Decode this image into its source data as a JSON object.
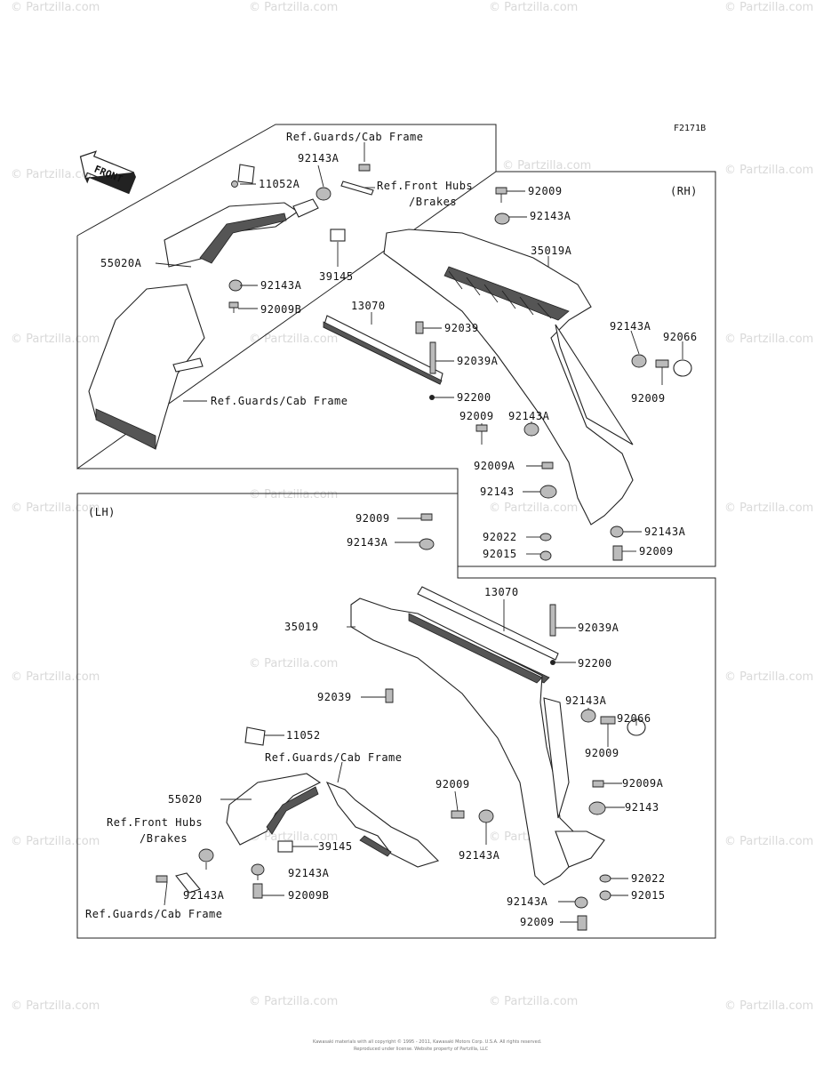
{
  "figure_code": "F2171B",
  "front_label": "FRONT",
  "rh_label": "(RH)",
  "lh_label": "(LH)",
  "watermark": "© Partzilla.com",
  "footer": [
    "Kawasaki materials with all copyright © 1995 - 2011, Kawasaki Motors Corp. U.S.A. All rights reserved.",
    "Reproduced under license. Website property of Partzilla, LLC"
  ],
  "top_panel": {
    "ref_guards_1": "Ref.Guards/Cab Frame",
    "ref_front_hubs": [
      "Ref.Front Hubs",
      "/Brakes"
    ],
    "ref_guards_2": "Ref.Guards/Cab Frame",
    "parts": {
      "p92143A_a": "92143A",
      "p11052A": "11052A",
      "p55020A": "55020A",
      "p39145": "39145",
      "p92143A_b": "92143A",
      "p92009B": "92009B",
      "p13070": "13070",
      "p92039": "92039",
      "p92039A": "92039A",
      "p92200": "92200",
      "p92009_top": "92009",
      "p92143A_c": "92143A",
      "p35019A": "35019A",
      "p92143A_d": "92143A",
      "p92066": "92066",
      "p92009_r": "92009",
      "p92009_l": "92009",
      "p92143A_e": "92143A",
      "p92009A": "92009A",
      "p92143": "92143",
      "p92022": "92022",
      "p92015": "92015",
      "p92143A_f": "92143A",
      "p92009_b": "92009"
    }
  },
  "bottom_panel": {
    "ref_guards_1": "Ref.Guards/Cab Frame",
    "ref_front_hubs": [
      "Ref.Front Hubs",
      "/Brakes"
    ],
    "ref_guards_2": "Ref.Guards/Cab Frame",
    "parts": {
      "p92009_top": "92009",
      "p92143A_top": "92143A",
      "p13070": "13070",
      "p35019": "35019",
      "p92039A": "92039A",
      "p92200": "92200",
      "p92039": "92039",
      "p92143A_r": "92143A",
      "p92066": "92066",
      "p11052": "11052",
      "p92009_r": "92009",
      "p92009A": "92009A",
      "p92009_m": "92009",
      "p92143": "92143",
      "p55020": "55020",
      "p39145": "39145",
      "p92143A_m": "92143A",
      "p92143A_l": "92143A",
      "p92009B": "92009B",
      "p92143A_l2": "92143A",
      "p92022": "92022",
      "p92015": "92015",
      "p92143A_b": "92143A",
      "p92009_b": "92009"
    }
  }
}
